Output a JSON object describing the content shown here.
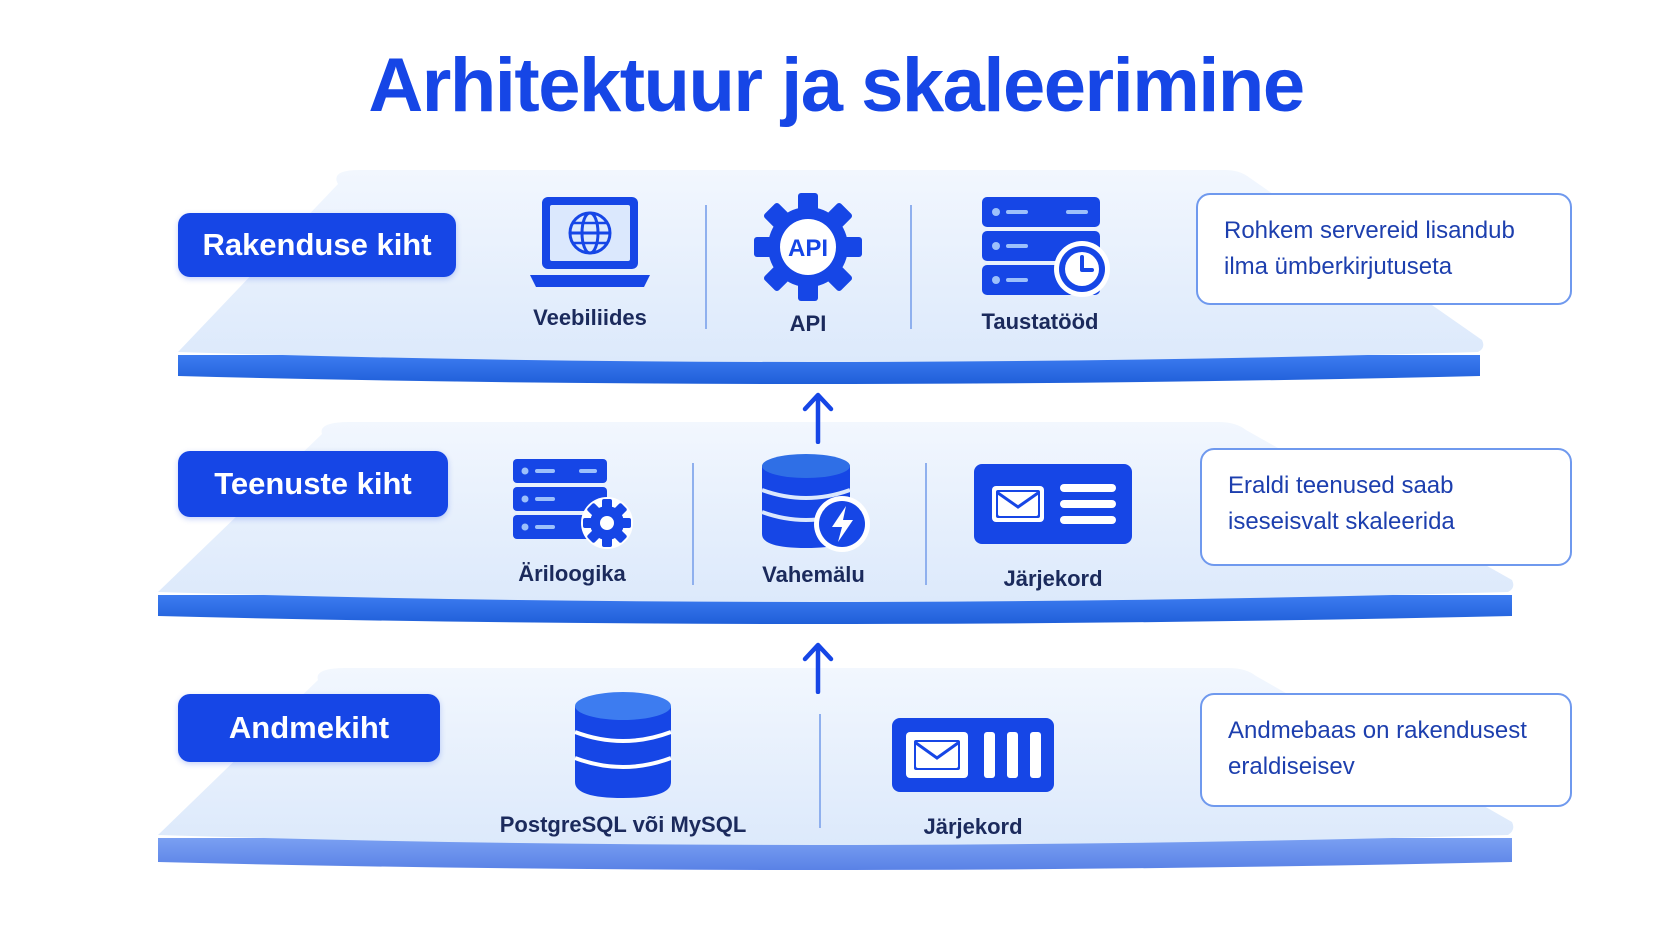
{
  "title": "Arhitektuur ja skaleerimine",
  "colors": {
    "accent": "#1646e6",
    "plate_top": "#e8f1fd",
    "plate_edge": "#2f6fe6",
    "note_border": "#6f99ee"
  },
  "layers": [
    {
      "name": "Rakenduse kiht",
      "items": [
        {
          "icon": "laptop-globe-icon",
          "label": "Veebiliides"
        },
        {
          "icon": "api-gear-icon",
          "label": "API"
        },
        {
          "icon": "server-clock-icon",
          "label": "Taustatööd"
        }
      ],
      "note": "Rohkem servereid lisandub ilma ümberkirjutuseta"
    },
    {
      "name": "Teenuste kiht",
      "items": [
        {
          "icon": "server-gear-icon",
          "label": "Äriloogika"
        },
        {
          "icon": "database-bolt-icon",
          "label": "Vahemälu"
        },
        {
          "icon": "mail-message-icon",
          "label": "Järjekord"
        }
      ],
      "note": "Eraldi teenused saab iseseisvalt skaleerida"
    },
    {
      "name": "Andmekiht",
      "items": [
        {
          "icon": "database-icon",
          "label": "PostgreSQL või MySQL"
        },
        {
          "icon": "mail-queue-icon",
          "label": "Järjekord"
        }
      ],
      "note": "Andmebaas on rakendusest eraldiseisev"
    }
  ],
  "arrows": [
    "arrow-up-icon",
    "arrow-up-icon"
  ]
}
